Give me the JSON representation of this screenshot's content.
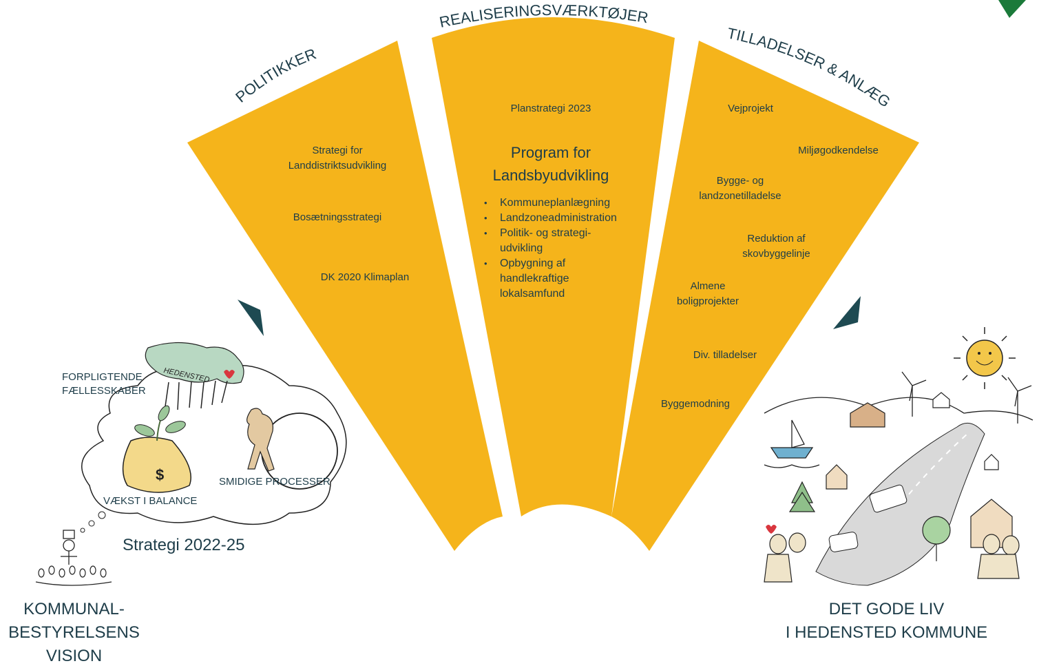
{
  "colors": {
    "sector": "#f5b41b",
    "text": "#1e3d49",
    "arrow": "#1e4a52",
    "logo": "#1b7a3a"
  },
  "sectors": {
    "politikker": {
      "heading": "POLITIKKER",
      "items": [
        "Strategi for Landdistriktsudvikling",
        "Bosætningsstrategi",
        "DK 2020 Klimaplan"
      ]
    },
    "realisering": {
      "heading": "REALISERINGSVÆRKTØJER",
      "top_item": "Planstrategi 2023",
      "program_title": "Program for Landsbyudvikling",
      "bullets": [
        "Kommuneplanlægning",
        "Landzoneadministration",
        "Politik- og strategi-udvikling",
        "Opbygning af handlekraftige lokalsamfund"
      ]
    },
    "tilladelser": {
      "heading": "TILLADELSER & ANLÆG",
      "items": [
        "Vejprojekt",
        "Miljøgodkendelse",
        "Bygge- og landzonetilladelse",
        "Reduktion af skovbyggelinje",
        "Almene boligprojekter",
        "Div. tilladelser",
        "Byggemodning"
      ]
    }
  },
  "left": {
    "map_label": "HEDENSTED",
    "forpligtende": "FORPLIGTENDE FÆLLESSKABER",
    "smidige": "SMIDIGE PROCESSER",
    "vaekst": "VÆKST I BALANCE",
    "strategi": "Strategi 2022-25",
    "vision": "KOMMUNAL-\nBESTYRELSENS\nVISION"
  },
  "right": {
    "caption": "DET GODE LIV\nI HEDENSTED KOMMUNE"
  }
}
